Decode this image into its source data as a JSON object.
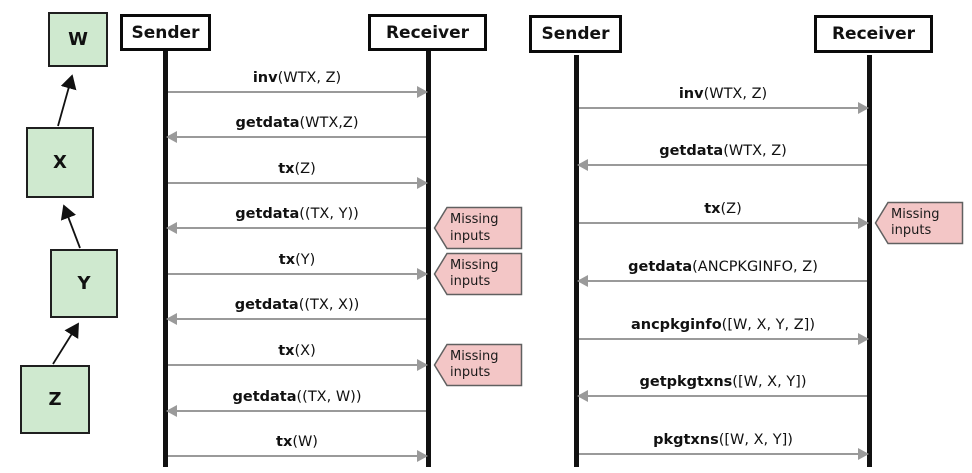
{
  "colors": {
    "node_fill": "#cfe9cf",
    "node_border": "#1f1f1f",
    "tag_fill": "#f3c6c6",
    "tag_border": "#606060",
    "arrow": "#9a9a9a",
    "line": "#111111"
  },
  "graph": {
    "nodes": [
      {
        "label": "W"
      },
      {
        "label": "X"
      },
      {
        "label": "Y"
      },
      {
        "label": "Z"
      }
    ]
  },
  "diagrams": [
    {
      "sender": "Sender",
      "receiver": "Receiver",
      "messages": [
        {
          "method": "inv",
          "args": "(WTX, Z)",
          "direction": "right"
        },
        {
          "method": "getdata",
          "args": "(WTX,Z)",
          "direction": "left"
        },
        {
          "method": "tx",
          "args": "(Z)",
          "direction": "right"
        },
        {
          "method": "getdata",
          "args": "((TX, Y))",
          "direction": "left",
          "tag": "Missing inputs"
        },
        {
          "method": "tx",
          "args": "(Y)",
          "direction": "right",
          "tag": "Missing inputs"
        },
        {
          "method": "getdata",
          "args": "((TX, X))",
          "direction": "left"
        },
        {
          "method": "tx",
          "args": "(X)",
          "direction": "right",
          "tag": "Missing inputs"
        },
        {
          "method": "getdata",
          "args": "((TX, W))",
          "direction": "left"
        },
        {
          "method": "tx",
          "args": "(W)",
          "direction": "right"
        }
      ]
    },
    {
      "sender": "Sender",
      "receiver": "Receiver",
      "messages": [
        {
          "method": "inv",
          "args": "(WTX, Z)",
          "direction": "right"
        },
        {
          "method": "getdata",
          "args": "(WTX, Z)",
          "direction": "left"
        },
        {
          "method": "tx",
          "args": "(Z)",
          "direction": "right",
          "tag": "Missing inputs"
        },
        {
          "method": "getdata",
          "args": "(ANCPKGINFO, Z)",
          "direction": "left"
        },
        {
          "method": "ancpkginfo",
          "args": "([W, X, Y, Z])",
          "direction": "right"
        },
        {
          "method": "getpkgtxns",
          "args": "([W, X, Y])",
          "direction": "left"
        },
        {
          "method": "pkgtxns",
          "args": "([W, X, Y])",
          "direction": "right"
        }
      ]
    }
  ]
}
